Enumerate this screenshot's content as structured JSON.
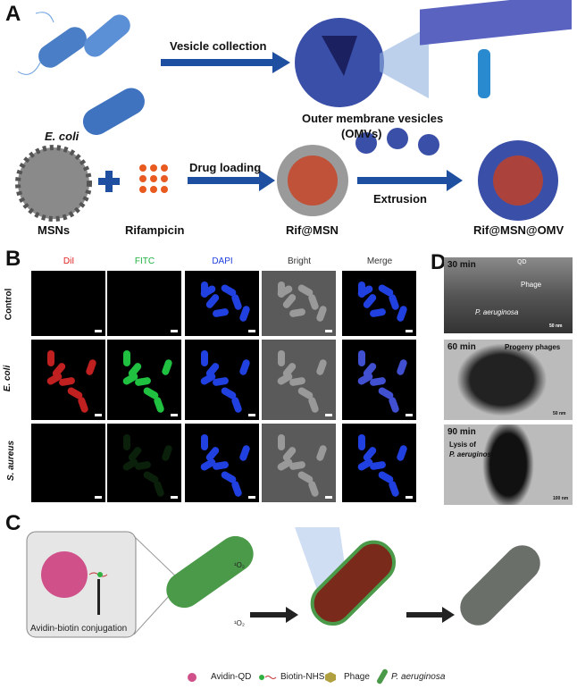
{
  "panelA": {
    "label": "A",
    "ecoli": "E. coli",
    "vesicle_collection": "Vesicle collection",
    "omv_line1": "Outer membrane vesicles",
    "omv_line2": "(OMVs)",
    "msns": "MSNs",
    "rifampicin": "Rifampicin",
    "drug_loading": "Drug loading",
    "rif_msn": "Rif@MSN",
    "extrusion": "Extrusion",
    "rif_msn_omv": "Rif@MSN@OMV"
  },
  "panelB": {
    "label": "B",
    "columns": [
      "DiI",
      "FITC",
      "DAPI",
      "Bright",
      "Merge"
    ],
    "column_colors": [
      "#e02020",
      "#20b040",
      "#2040e0",
      "#333333",
      "#333333"
    ],
    "rows": [
      "Control",
      "E. coli",
      "S. aureus"
    ]
  },
  "panelC": {
    "label": "C",
    "inset_caption": "Avidin-biotin conjugation",
    "legend": [
      "Avidin-QD",
      "Biotin-NHS",
      "Phage",
      "P. aeruginosa"
    ],
    "o2a": "¹O₂",
    "o2b": "¹O₂"
  },
  "panelD": {
    "label": "D",
    "images": [
      {
        "time": "30 min",
        "annotation": "Phage",
        "annotation2": "QD",
        "specimen": "P. aeruginosa",
        "scale": "50 nm"
      },
      {
        "time": "60 min",
        "annotation": "Progeny phages",
        "scale": "50 nm"
      },
      {
        "time": "90 min",
        "annotation": "Lysis of",
        "annotation2": "P. aeruginosa",
        "scale": "100 nm"
      }
    ]
  }
}
